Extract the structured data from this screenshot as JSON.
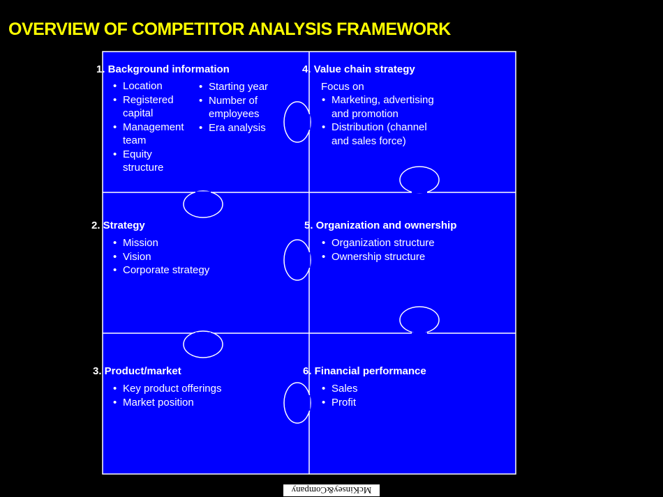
{
  "title": "OVERVIEW OF COMPETITOR ANALYSIS FRAMEWORK",
  "colors": {
    "title": "#ffff00",
    "panel": "#0000ff",
    "line": "#ffffff",
    "background": "#000000"
  },
  "sections": [
    {
      "heading": "1. Background information",
      "bullets_left": [
        "Location",
        "Registered capital",
        "Management team",
        "Equity structure"
      ],
      "bullets_right": [
        "Starting year",
        "Number of employees",
        "Era analysis"
      ]
    },
    {
      "heading": "2. Strategy",
      "bullets": [
        "Mission",
        "Vision",
        "Corporate strategy"
      ]
    },
    {
      "heading": "3. Product/market",
      "bullets": [
        "Key product offerings",
        "Market position"
      ]
    },
    {
      "heading": "4. Value chain strategy",
      "intro": "Focus on",
      "bullets": [
        "Marketing, advertising and promotion",
        "Distribution (channel and sales force)"
      ]
    },
    {
      "heading": "5. Organization and ownership",
      "bullets": [
        "Organization structure",
        "Ownership structure"
      ]
    },
    {
      "heading": "6. Financial performance",
      "bullets": [
        "Sales",
        "Profit"
      ]
    }
  ],
  "footer": {
    "logo": "McKinsey&Company"
  }
}
